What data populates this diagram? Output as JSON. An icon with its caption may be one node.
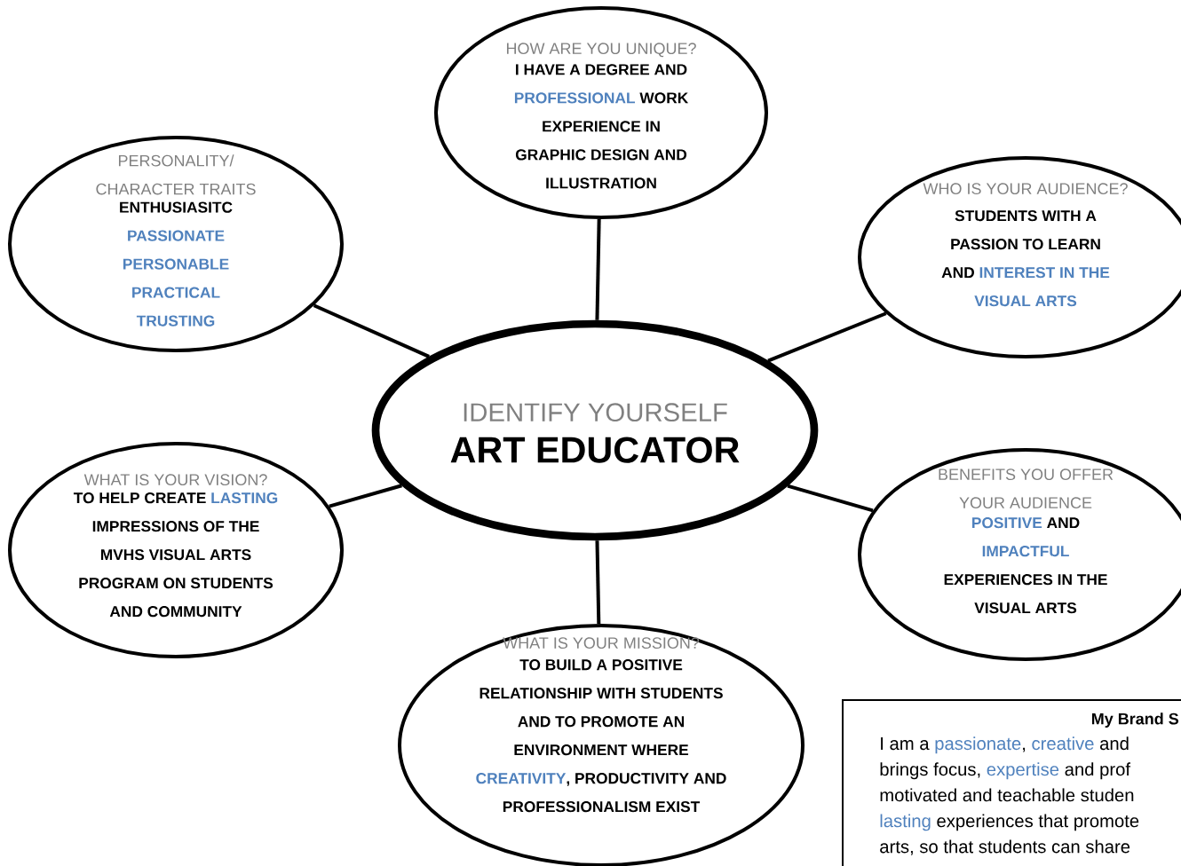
{
  "diagram": {
    "nodes": [
      {
        "text": [
          "HOW ARE YOU UNIQUE?",
          "I HAVE A DEGREE AND *PROFESSIONAL* WORK EXPERIENCE IN GRAPHIC DESIGN AND ILLUSTRATION"
        ]
      },
      {
        "text": [
          "PERSONALITY/ CHARACTER TRAITS",
          "ENTHUSIASITC *PASSIONATE PERSONABLE PRACTICAL TRUSTING*"
        ]
      },
      {
        "text": [
          "WHO IS YOUR AUDIENCE?",
          "STUDENTS WITH A PASSION TO LEARN AND *INTEREST IN THE VISUAL ARTS*"
        ]
      },
      {
        "text": [
          "IDENTIFY YOURSELF",
          "ART EDUCATOR"
        ]
      },
      {
        "text": [
          "WHAT IS YOUR VISION?",
          "TO HELP CREATE *LASTING* IMPRESSIONS OF THE MVHS VISUAL ARTS PROGRAM ON STUDENTS AND COMMUNITY"
        ]
      },
      {
        "text": [
          "BENEFITS YOU OFFER YOUR AUDIENCE",
          "*POSITIVE* AND *IMPACTFUL* EXPERIENCES IN THE VISUAL ARTS"
        ]
      },
      {
        "text": [
          "WHAT IS YOUR MISSION?",
          "TO BUILD A POSITIVE RELATIONSHIP WITH STUDENTS AND TO PROMOTE AN ENVIRONMENT WHERE *CREATIVITY*, PRODUCTIVITY AND PROFESSIONALISM EXIST"
        ]
      },
      {
        "text": [
          "My Brand S",
          "I am a *passionate*, *creative* and brings focus, *expertise* and prof motivated and teachable studen *lasting* experiences that promote arts, so that students can share"
        ]
      }
    ],
    "edges": [
      {
        "from": 3,
        "to": 0,
        "arrow": "none"
      },
      {
        "from": 3,
        "to": 1,
        "arrow": "none"
      },
      {
        "from": 3,
        "to": 2,
        "arrow": "none"
      },
      {
        "from": 3,
        "to": 4,
        "arrow": "none"
      },
      {
        "from": 3,
        "to": 5,
        "arrow": "none"
      },
      {
        "from": 3,
        "to": 6,
        "arrow": "none"
      }
    ]
  }
}
